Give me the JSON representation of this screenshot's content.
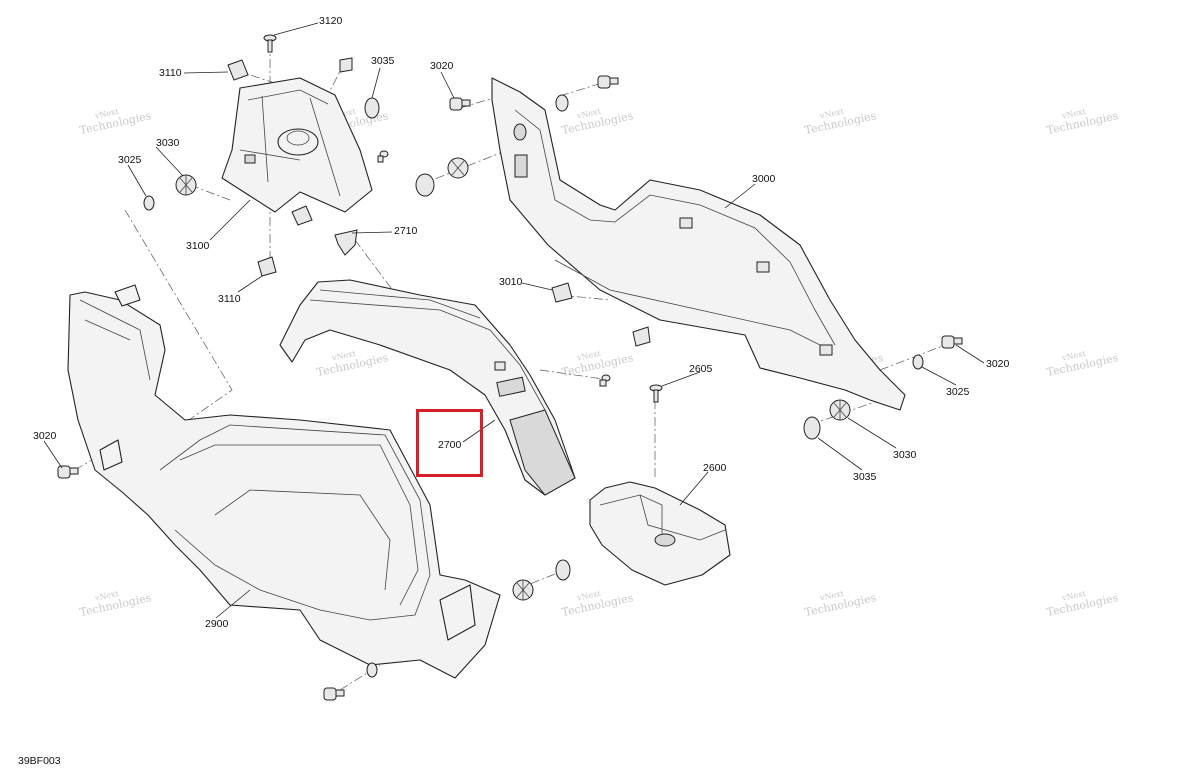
{
  "diagram": {
    "drawing_code": "39BF003",
    "watermark_line1": "vNext",
    "watermark_line2": "Technologies",
    "highlight_color": "#d61f26",
    "callouts": {
      "c3120": "3120",
      "c3110_top": "3110",
      "c3035_top": "3035",
      "c3030_left": "3030",
      "c3025_left": "3025",
      "c3100": "3100",
      "c3110_bottom": "3110",
      "c2710": "2710",
      "c3020_top": "3020",
      "c3000": "3000",
      "c3010": "3010",
      "c3020_right": "3020",
      "c3025_right": "3025",
      "c3030_right": "3030",
      "c3035_right": "3035",
      "c2605": "2605",
      "c2600": "2600",
      "c2700": "2700",
      "c3020_left": "3020",
      "c2900": "2900"
    }
  }
}
